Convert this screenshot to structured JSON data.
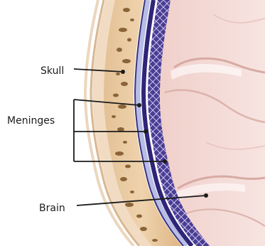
{
  "labels": {
    "skull": "Skull",
    "meninges": "Meninges",
    "brain": "Brain"
  },
  "colors": {
    "background": "#ffffff",
    "scalp_outer": "#f1dcc3",
    "scalp_edge": "#d8b792",
    "bone": "#e9caa0",
    "bone_pores": "#8a6437",
    "dura": "#b8bde6",
    "arachnoid": "#3b2f86",
    "pia_web": "#d9d3f0",
    "brain": "#f4d9d4",
    "brain_shadow": "#e0b6b0",
    "leader_line": "#1b1b1b"
  }
}
